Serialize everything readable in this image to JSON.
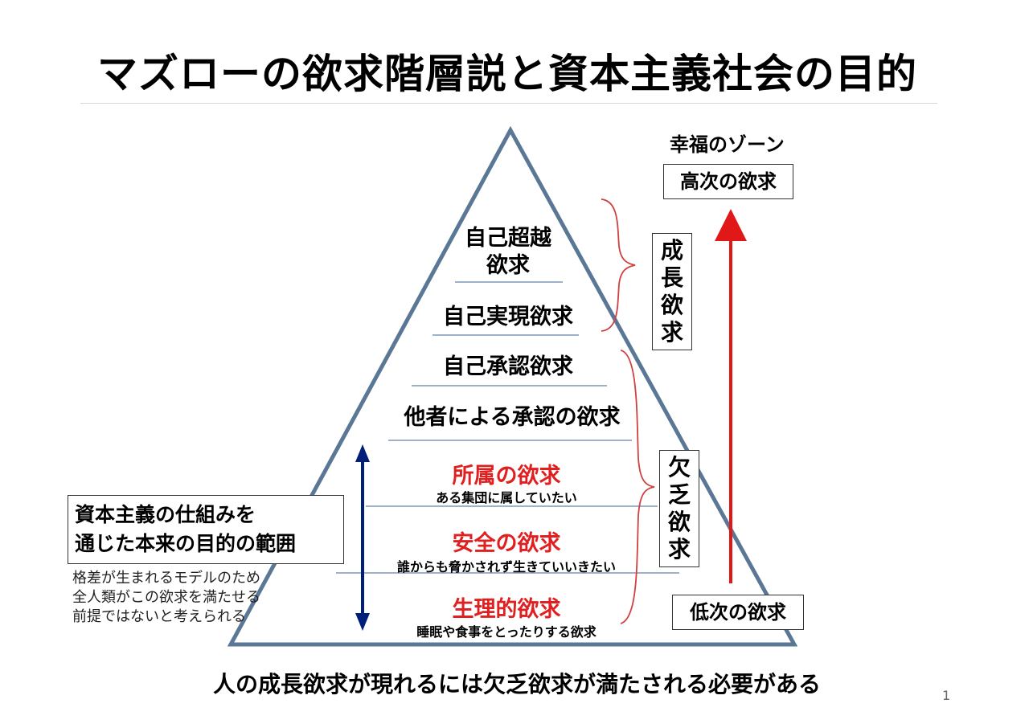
{
  "title": "マズローの欲求階層説と資本主義社会の目的",
  "pyramid": {
    "levels": [
      {
        "id": "self-transcendence",
        "label_line1": "自己超越",
        "label_line2": "欲求"
      },
      {
        "id": "self-actualization",
        "label": "自己実現欲求"
      },
      {
        "id": "self-esteem",
        "label": "自己承認欲求"
      },
      {
        "id": "recognition",
        "label": "他者による承認の欲求"
      },
      {
        "id": "belonging",
        "label": "所属の欲求",
        "sub": "ある集団に属していたい",
        "highlight": true
      },
      {
        "id": "safety",
        "label": "安全の欲求",
        "sub": "誰からも脅かされず生きていいきたい",
        "highlight": true
      },
      {
        "id": "physiological",
        "label": "生理的欲求",
        "sub": "睡眠や食事をとったりする欲求",
        "highlight": true
      }
    ]
  },
  "right_panel": {
    "happiness_zone": "幸福のゾーン",
    "higher_needs": "高次の欲求",
    "lower_needs": "低次の欲求",
    "growth_needs": "成長欲求",
    "deficiency_needs": "欠乏欲求"
  },
  "left_panel": {
    "capitalism_line1": "資本主義の仕組みを",
    "capitalism_line2": "通じた本来の目的の範囲",
    "note_lines": [
      "格差が生まれるモデルのため",
      "全人類がこの欲求を満たせる",
      "前提ではないと考えられる"
    ]
  },
  "bottom_caption": "人の成長欲求が現れるには欠乏欲求が満たされる必要がある",
  "page_number": "1",
  "colors": {
    "pyramid_edge": "#5a7896",
    "divider": "#7d97b6",
    "highlight_text": "#e02020",
    "bracket": "#d04040",
    "up_arrow": "#e01818",
    "range_arrow": "#001f7a"
  }
}
